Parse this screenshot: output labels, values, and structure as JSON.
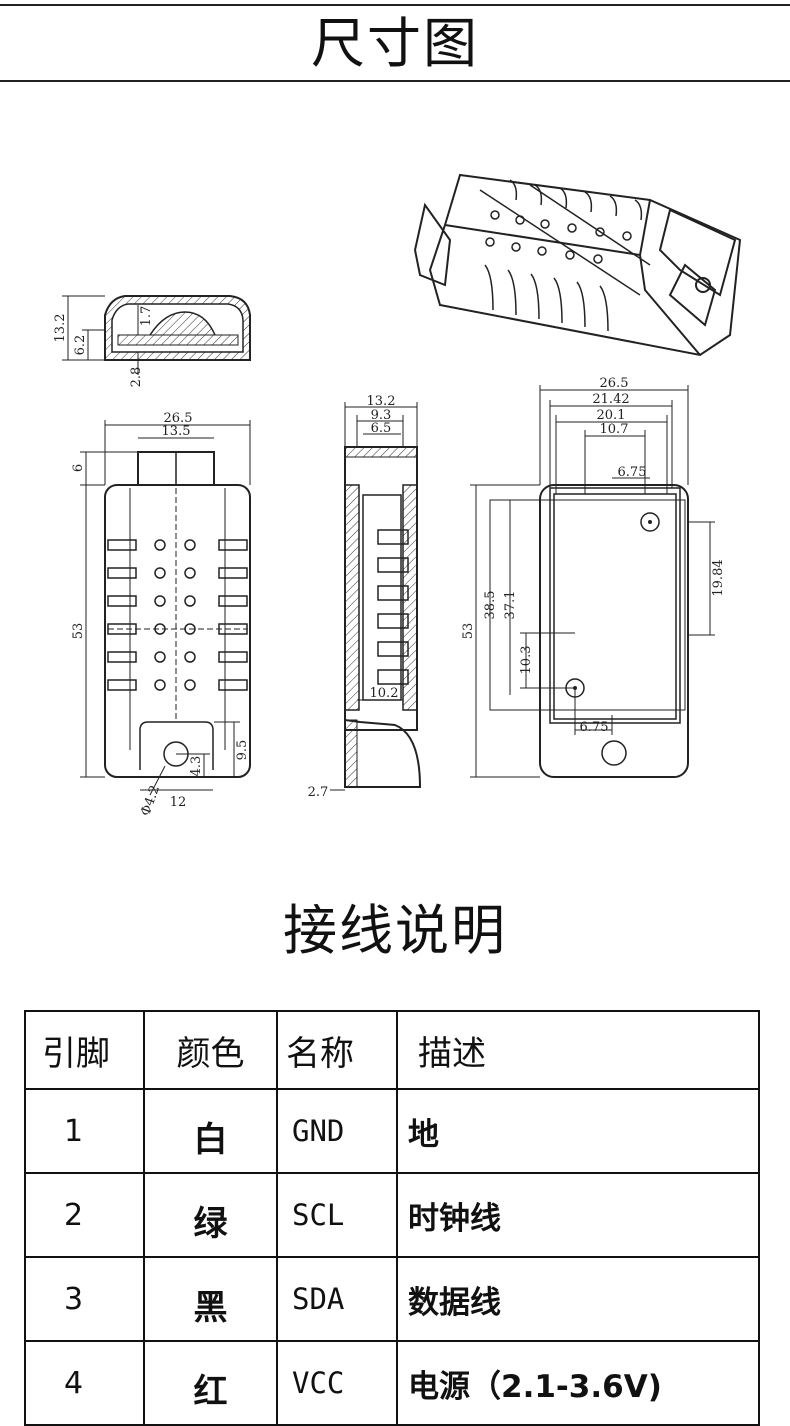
{
  "title": "尺寸图",
  "dimensions": {
    "end_view": [
      "13.2",
      "6.2",
      "1.7",
      "2.8"
    ],
    "front_view": [
      "26.5",
      "13.5",
      "6",
      "53",
      "9.5",
      "4.3",
      "Φ4.2",
      "12"
    ],
    "side_view": [
      "13.2",
      "9.3",
      "6.5",
      "10.2",
      "2.7"
    ],
    "rear_view": [
      "26.5",
      "21.42",
      "20.1",
      "10.7",
      "6.75",
      "19.84",
      "38.5",
      "37.1",
      "53",
      "10.3",
      "6.75"
    ]
  },
  "wiring_title": "接线说明",
  "table": {
    "headers": [
      "引脚",
      "颜色",
      "名称",
      "描述"
    ],
    "rows": [
      {
        "pin": "1",
        "color": "白",
        "name": "GND",
        "desc": "地"
      },
      {
        "pin": "2",
        "color": "绿",
        "name": "SCL",
        "desc": "时钟线"
      },
      {
        "pin": "3",
        "color": "黑",
        "name": "SDA",
        "desc": "数据线"
      },
      {
        "pin": "4",
        "color": "红",
        "name": "VCC",
        "desc": "电源（2.1-3.6V)"
      }
    ]
  }
}
